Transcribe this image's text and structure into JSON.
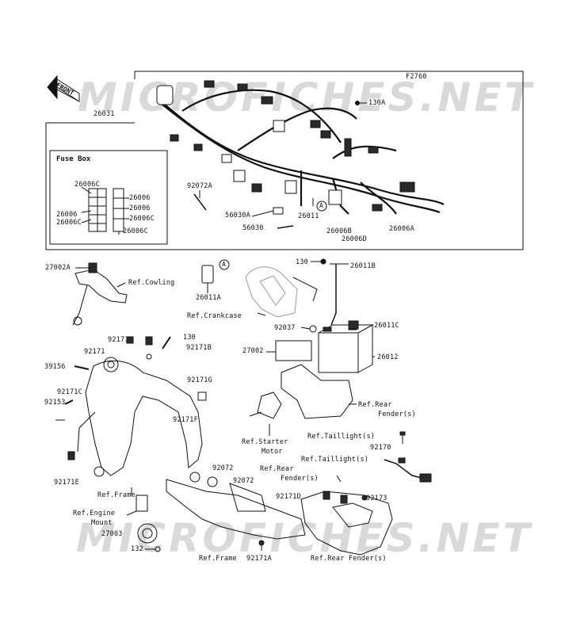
{
  "figure_code": "F2760",
  "watermark_top": "MICROFICHES.NET",
  "watermark_bottom": "MICROFICHES.NET",
  "front_arrow": "FRONT",
  "fuse_box": {
    "title": "Fuse Box",
    "labels": [
      "26006C",
      "26006",
      "26006",
      "26006",
      "26006C",
      "26006C",
      "26006C"
    ]
  },
  "parts": {
    "p26031": "26031",
    "p130A": "130A",
    "p92072A": "92072A",
    "p56030A": "56030A",
    "p56030": "56030",
    "p26011": "26011",
    "pA_top": "A",
    "p26006B": "26006B",
    "p26006D": "26006D",
    "p26006A": "26006A",
    "p27002A": "27002A",
    "refCowling": "Ref.Cowling",
    "pA_mid": "A",
    "p26011A": "26011A",
    "refCrankcase": "Ref.Crankcase",
    "p130_top": "130",
    "p26011B": "26011B",
    "p92037": "92037",
    "p26011C": "26011C",
    "p27002": "27002",
    "p26012": "26012",
    "refRearFender1a": "Ref.Rear",
    "refRearFender1b": "Fender(s)",
    "refStarterA": "Ref.Starter",
    "refStarterB": "Motor",
    "p92171_a": "92171",
    "p130_mid": "130",
    "p92171_b": "92171",
    "p92171B": "92171B",
    "p39156": "39156",
    "p92171G": "92171G",
    "p92171C": "92171C",
    "p92153": "92153",
    "p92171F": "92171F",
    "p92171E": "92171E",
    "refFrame1": "Ref.Frame",
    "refEngineA": "Ref.Engine",
    "refEngineB": "Mount",
    "p27003": "27003",
    "p132": "132",
    "p92072_a": "92072",
    "p92072_b": "92072",
    "refRearFender2a": "Ref.Rear",
    "refRearFender2b": "Fender(s)",
    "refFrame2": "Ref.Frame",
    "p92171A": "92171A",
    "refTaillight1": "Ref.Taillight(s)",
    "p92170": "92170",
    "refTaillight2": "Ref.Taillight(s)",
    "p92171D": "92171D",
    "p92173": "92173",
    "refRearFender3": "Ref.Rear Fender(s)"
  },
  "colors": {
    "line": "#111111",
    "watermark": "#d9d9d9",
    "fill_dark": "#2a2a2a",
    "fill_mid": "#9a9a9a"
  }
}
